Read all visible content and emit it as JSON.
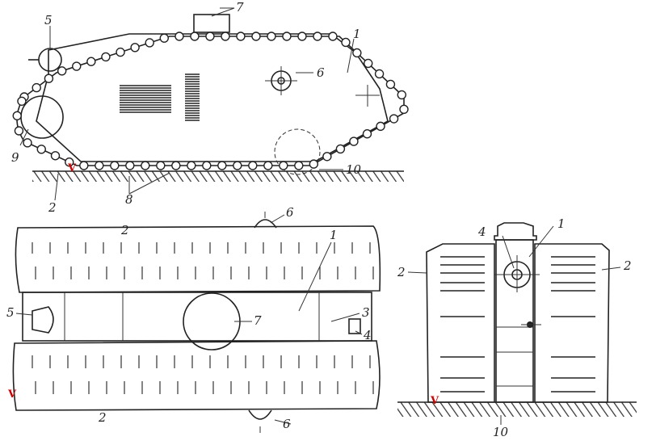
{
  "figure": {
    "side_view_labels": {
      "l1": "1",
      "l5": "5",
      "l6": "6",
      "l7": "7",
      "l9": "9",
      "l10": "10",
      "l2": "2",
      "l8": "8"
    },
    "plan_view_labels": {
      "l2a": "2",
      "l2b": "2",
      "l1": "1",
      "l3": "3",
      "l4": "4",
      "l5": "5",
      "l6a": "6",
      "l6b": "6",
      "l7": "7"
    },
    "front_view_labels": {
      "l2a": "2",
      "l2b": "2",
      "l4": "4",
      "l1": "1",
      "l10": "10"
    },
    "marks": {
      "m1": "V",
      "m2": "V",
      "m3": "V"
    },
    "colors": {
      "line": "#222222",
      "mark": "#d00000"
    }
  }
}
